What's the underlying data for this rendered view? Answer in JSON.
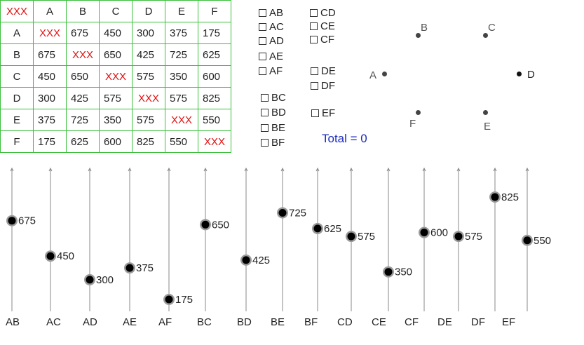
{
  "matrix": {
    "corner": "XXX",
    "columns": [
      "A",
      "B",
      "C",
      "D",
      "E",
      "F"
    ],
    "rows": [
      {
        "label": "A",
        "cells": [
          "XXX",
          "675",
          "450",
          "300",
          "375",
          "175"
        ]
      },
      {
        "label": "B",
        "cells": [
          "675",
          "XXX",
          "650",
          "425",
          "725",
          "625"
        ]
      },
      {
        "label": "C",
        "cells": [
          "450",
          "650",
          "XXX",
          "575",
          "350",
          "600"
        ]
      },
      {
        "label": "D",
        "cells": [
          "300",
          "425",
          "575",
          "XXX",
          "575",
          "825"
        ]
      },
      {
        "label": "E",
        "cells": [
          "375",
          "725",
          "350",
          "575",
          "XXX",
          "550"
        ]
      },
      {
        "label": "F",
        "cells": [
          "175",
          "625",
          "600",
          "825",
          "550",
          "XXX"
        ]
      }
    ]
  },
  "checkboxes": {
    "AB": "AB",
    "AC": "AC",
    "AD": "AD",
    "AE": "AE",
    "AF": "AF",
    "BC": "BC",
    "BD": "BD",
    "BE": "BE",
    "BF": "BF",
    "CD": "CD",
    "CE": "CE",
    "CF": "CF",
    "DE": "DE",
    "DF": "DF",
    "EF": "EF"
  },
  "graph": {
    "vertices": {
      "A": "A",
      "B": "B",
      "C": "C",
      "D": "D",
      "E": "E",
      "F": "F"
    },
    "total": "Total = 0"
  },
  "chart_data": {
    "type": "scatter",
    "categories": [
      "AB",
      "AC",
      "AD",
      "AE",
      "AF",
      "BC",
      "BD",
      "BE",
      "BF",
      "CD",
      "CE",
      "CF",
      "DE",
      "DF",
      "EF"
    ],
    "values": [
      675,
      450,
      300,
      375,
      175,
      650,
      425,
      725,
      625,
      575,
      350,
      600,
      575,
      825,
      550
    ],
    "ylim": [
      0,
      1000
    ]
  },
  "colors": {
    "grid": "#3bbf3b",
    "xxx": "#e01010",
    "total": "#1a2bbf",
    "point": "#000000"
  }
}
